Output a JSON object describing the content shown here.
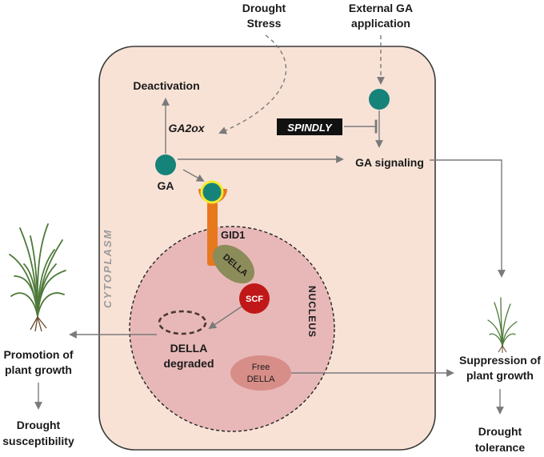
{
  "labels": {
    "drought_stress_line1": "Drought",
    "drought_stress_line2": "Stress",
    "external_ga_line1": "External GA",
    "external_ga_line2": "application",
    "deactivation": "Deactivation",
    "ga2ox": "GA2ox",
    "spindly": "SPINDLY",
    "ga": "GA",
    "ga_signaling": "GA signaling",
    "gid1": "GID1",
    "della": "DELLA",
    "scf": "SCF",
    "nucleus": "NUCLEUS",
    "cytoplasm": "CYTOPLASM",
    "della_degraded_line1": "DELLA",
    "della_degraded_line2": "degraded",
    "free_della_line1": "Free",
    "free_della_line2": "DELLA",
    "promotion_line1": "Promotion of",
    "promotion_line2": "plant growth",
    "drought_susceptibility_line1": "Drought",
    "drought_susceptibility_line2": "susceptibility",
    "suppression_line1": "Suppression of",
    "suppression_line2": "plant growth",
    "drought_tolerance_line1": "Drought",
    "drought_tolerance_line2": "tolerance"
  },
  "colors": {
    "cell_fill": "#f8e2d6",
    "cell_stroke": "#3a3a3a",
    "nucleus_fill": "#e8b8b8",
    "ga_molecule": "#16837a",
    "gid1_receptor": "#e8781e",
    "receptor_ring": "#f2ea2a",
    "della": "#8c8c5a",
    "scf": "#c01818",
    "free_della": "#d88e88",
    "spindly_box": "#111111",
    "arrow": "#7a7a7a",
    "plant": "#4e7a3a"
  }
}
